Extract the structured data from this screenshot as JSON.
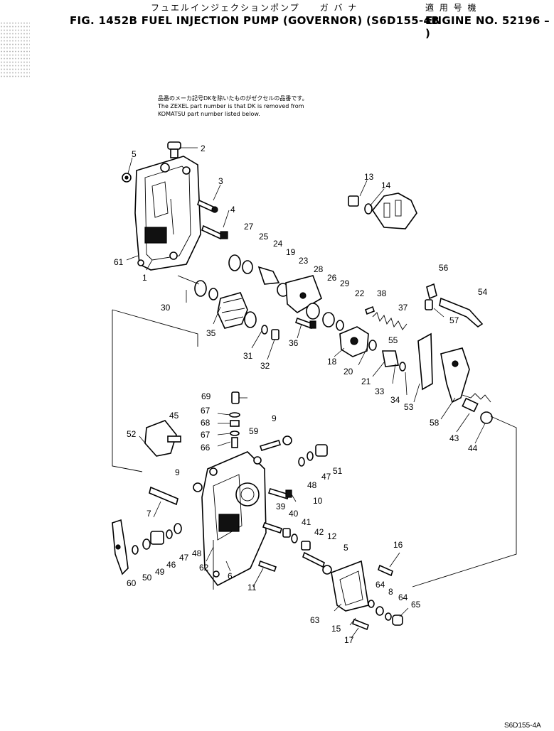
{
  "header": {
    "title_jp": "フュエルインジェクションポンプ　　ガ バ ナ",
    "title_en": "FIG. 1452B  FUEL INJECTION PUMP (GOVERNOR) (S6D155-4B",
    "applies_jp": "適 用 号 機",
    "engine_label": "ENGINE NO. 52196 – )"
  },
  "note": {
    "line_jp": "品番のメーカ記号DKを除いたものがゼクセルの品番です。",
    "line1": "The ZEXEL part number is that DK is removed from",
    "line2": "KOMATSU part number listed below."
  },
  "footer": {
    "code": "S6D155-4A"
  },
  "callouts": [
    {
      "n": "1"
    },
    {
      "n": "2"
    },
    {
      "n": "3"
    },
    {
      "n": "4"
    },
    {
      "n": "5"
    },
    {
      "n": "61"
    },
    {
      "n": "13"
    },
    {
      "n": "14"
    },
    {
      "n": "27"
    },
    {
      "n": "25"
    },
    {
      "n": "24"
    },
    {
      "n": "19"
    },
    {
      "n": "23"
    },
    {
      "n": "28"
    },
    {
      "n": "26"
    },
    {
      "n": "29"
    },
    {
      "n": "22"
    },
    {
      "n": "38"
    },
    {
      "n": "37"
    },
    {
      "n": "56"
    },
    {
      "n": "54"
    },
    {
      "n": "57"
    },
    {
      "n": "30"
    },
    {
      "n": "35"
    },
    {
      "n": "31"
    },
    {
      "n": "32"
    },
    {
      "n": "36"
    },
    {
      "n": "18"
    },
    {
      "n": "20"
    },
    {
      "n": "21"
    },
    {
      "n": "33"
    },
    {
      "n": "34"
    },
    {
      "n": "55"
    },
    {
      "n": "53"
    },
    {
      "n": "58"
    },
    {
      "n": "43"
    },
    {
      "n": "44"
    },
    {
      "n": "69"
    },
    {
      "n": "67"
    },
    {
      "n": "68"
    },
    {
      "n": "67"
    },
    {
      "n": "66"
    },
    {
      "n": "45"
    },
    {
      "n": "52"
    },
    {
      "n": "9"
    },
    {
      "n": "59"
    },
    {
      "n": "9"
    },
    {
      "n": "51"
    },
    {
      "n": "47"
    },
    {
      "n": "48"
    },
    {
      "n": "10"
    },
    {
      "n": "7"
    },
    {
      "n": "39"
    },
    {
      "n": "40"
    },
    {
      "n": "41"
    },
    {
      "n": "42"
    },
    {
      "n": "12"
    },
    {
      "n": "5"
    },
    {
      "n": "16"
    },
    {
      "n": "49"
    },
    {
      "n": "46"
    },
    {
      "n": "47"
    },
    {
      "n": "48"
    },
    {
      "n": "62"
    },
    {
      "n": "6"
    },
    {
      "n": "60"
    },
    {
      "n": "50"
    },
    {
      "n": "11"
    },
    {
      "n": "64"
    },
    {
      "n": "8"
    },
    {
      "n": "64"
    },
    {
      "n": "65"
    },
    {
      "n": "63"
    },
    {
      "n": "15"
    },
    {
      "n": "17"
    }
  ]
}
